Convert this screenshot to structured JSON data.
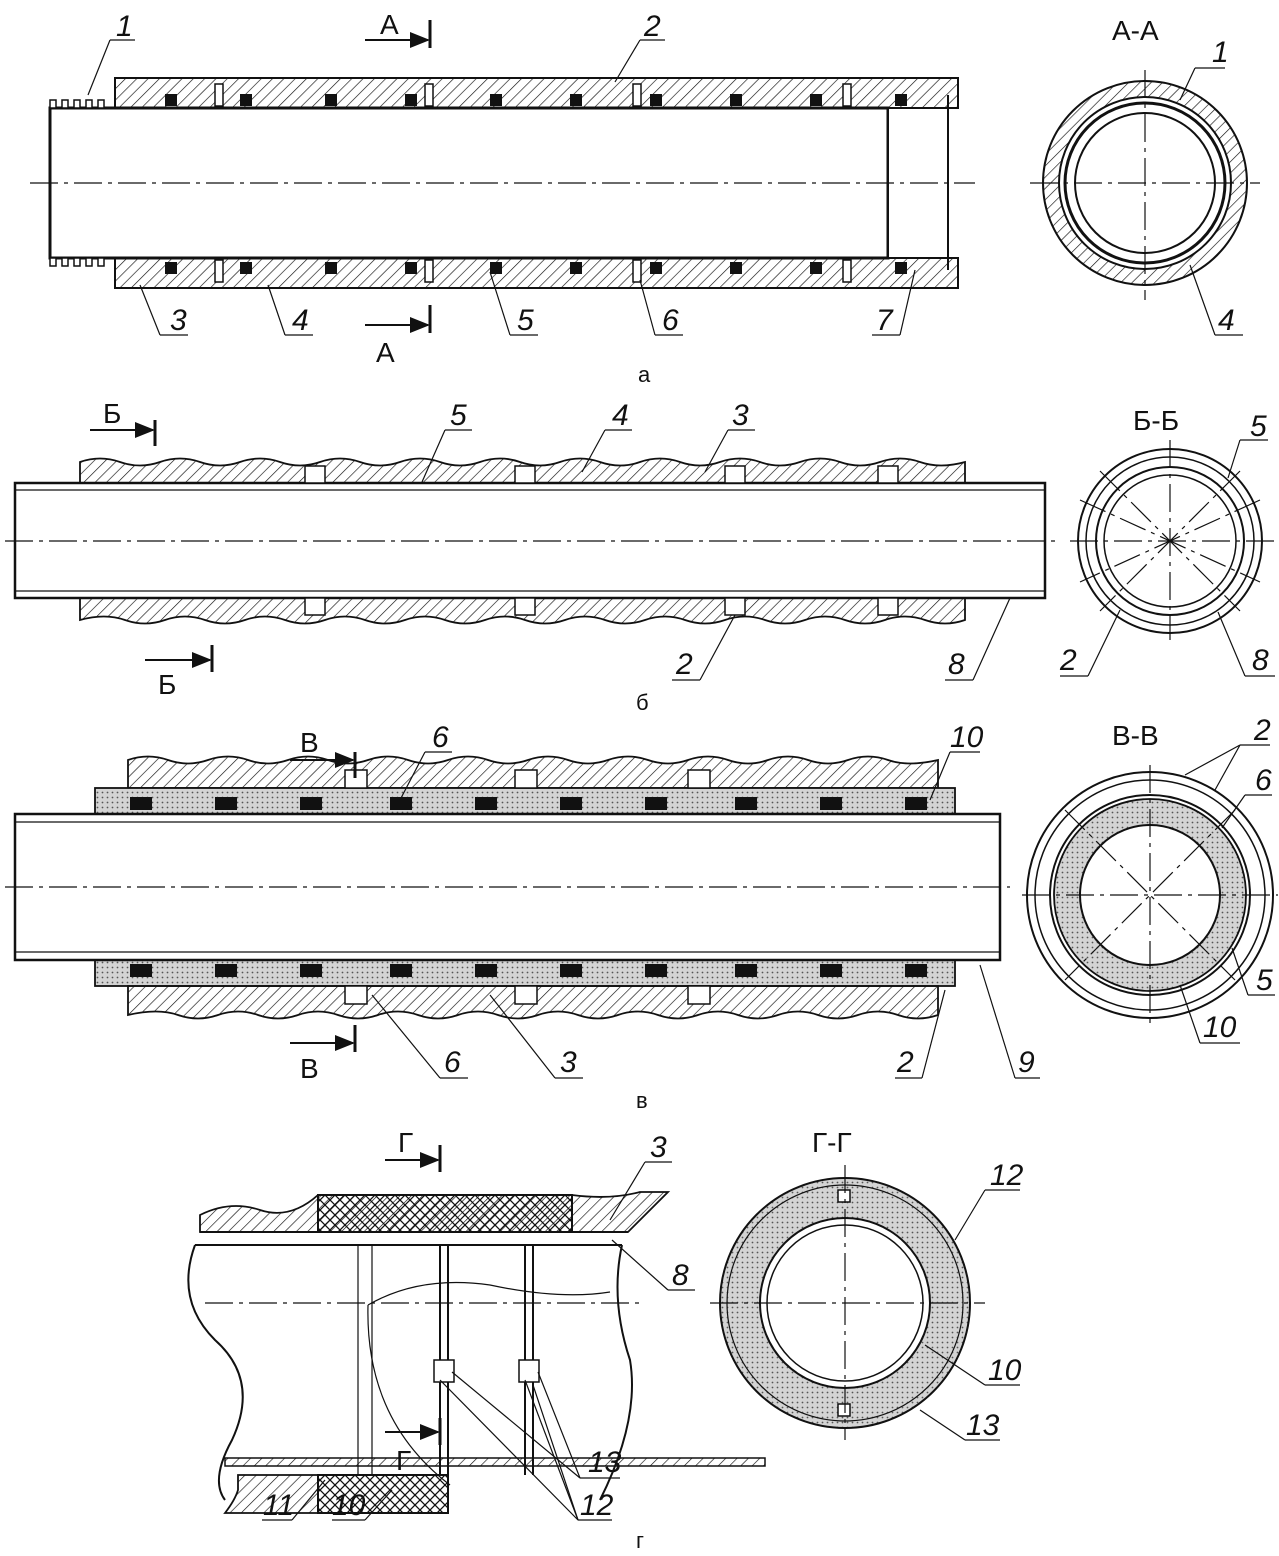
{
  "figures": [
    {
      "caption": "а",
      "section": "А-А",
      "cut_mark": "А",
      "labels": [
        "1",
        "2",
        "3",
        "4",
        "5",
        "6",
        "7"
      ],
      "section_labels": [
        "1",
        "4"
      ]
    },
    {
      "caption": "б",
      "section": "Б-Б",
      "cut_mark": "Б",
      "labels": [
        "5",
        "4",
        "3",
        "2",
        "8"
      ],
      "section_labels": [
        "5",
        "2",
        "8"
      ]
    },
    {
      "caption": "в",
      "section": "В-В",
      "cut_mark": "В",
      "labels": [
        "6",
        "10",
        "6",
        "3",
        "2",
        "9"
      ],
      "section_labels": [
        "2",
        "6",
        "5",
        "10"
      ]
    },
    {
      "caption": "г",
      "section": "Г-Г",
      "cut_mark": "Г",
      "labels": [
        "3",
        "8",
        "11",
        "10",
        "13",
        "12"
      ],
      "section_labels": [
        "12",
        "10",
        "13"
      ]
    }
  ]
}
